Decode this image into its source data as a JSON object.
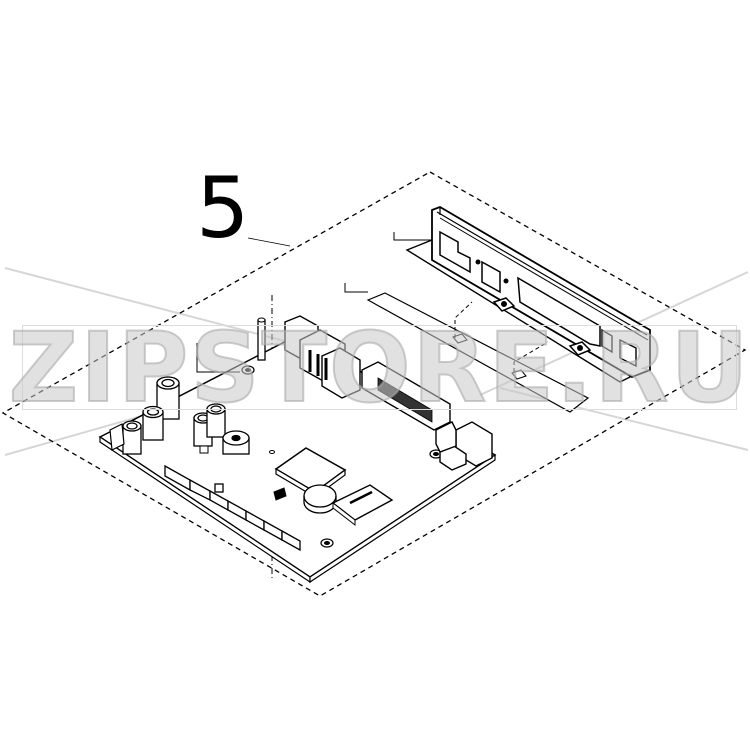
{
  "diagram": {
    "type": "exploded parts diagram",
    "subject": "controller PCB assembly",
    "colors": {
      "line": "#000000",
      "background": "#ffffff",
      "watermark": "#c8c8c8",
      "watermark_lines": "#d0d0d0"
    }
  },
  "callouts": [
    {
      "number": "5",
      "target": "pcb-assembly-group"
    }
  ],
  "parts": [
    {
      "name": "rear-bracket",
      "label": ""
    },
    {
      "name": "insulator-sheet",
      "label": ""
    },
    {
      "name": "main-pcb",
      "label": ""
    },
    {
      "name": "standoff-post",
      "label": ""
    }
  ],
  "watermark": {
    "text": "ZIPSTORE.RU"
  }
}
